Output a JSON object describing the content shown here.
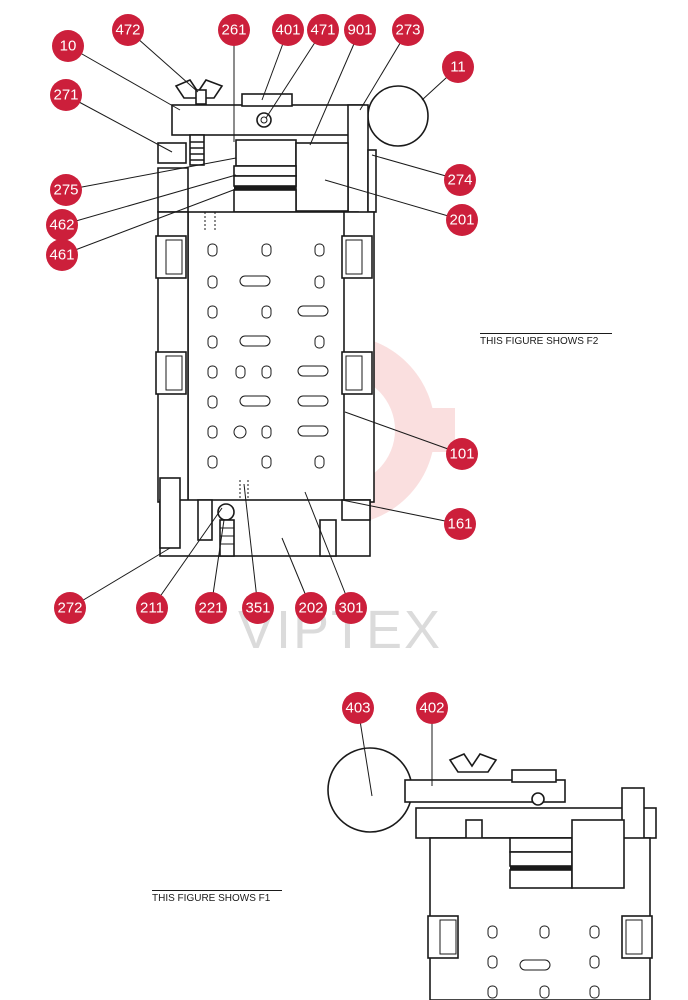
{
  "captions": {
    "f2": "THIS FIGURE SHOWS F2",
    "f1": "THIS FIGURE SHOWS F1"
  },
  "watermark": "VIPTEX",
  "colors": {
    "callout": "#cc1f3b",
    "watermark": "#f4b9b9",
    "line": "#1a1a1a"
  },
  "callouts": [
    "472",
    "261",
    "401",
    "471",
    "901",
    "273",
    "10",
    "11",
    "271",
    "274",
    "275",
    "462",
    "201",
    "461",
    "101",
    "161",
    "272",
    "211",
    "221",
    "351",
    "202",
    "301",
    "403",
    "402"
  ]
}
